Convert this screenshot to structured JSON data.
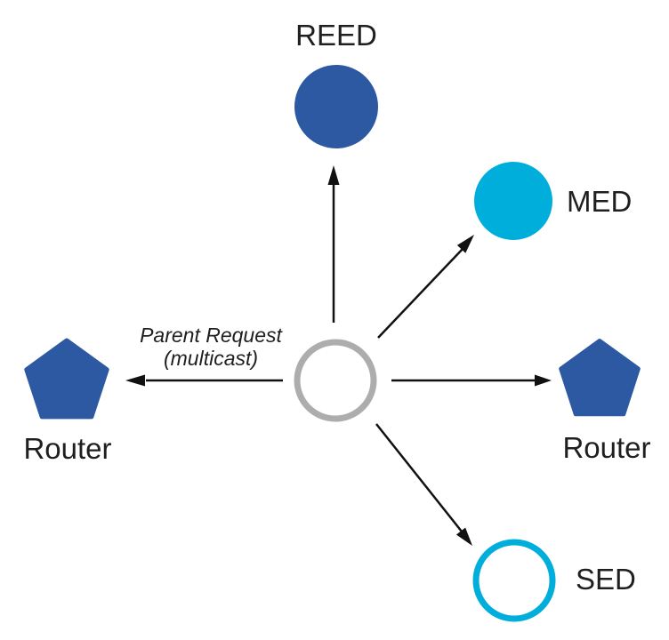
{
  "nodes": {
    "reed": {
      "label": "REED",
      "shape": "filled-circle"
    },
    "med": {
      "label": "MED",
      "shape": "filled-circle"
    },
    "router_left": {
      "label": "Router",
      "shape": "pentagon"
    },
    "router_right": {
      "label": "Router",
      "shape": "pentagon"
    },
    "sed": {
      "label": "SED",
      "shape": "outlined-circle"
    },
    "joiner": {
      "shape": "outlined-circle"
    }
  },
  "annotation": {
    "line1": "Parent Request",
    "line2": "(multicast)"
  },
  "colors": {
    "router_blue": "#2d59a3",
    "cyan": "#00aedb",
    "gray_ring": "#adadad",
    "arrow": "#111111",
    "label_text": "#1f1f1f",
    "background": "#ffffff",
    "white": "#ffffff"
  }
}
